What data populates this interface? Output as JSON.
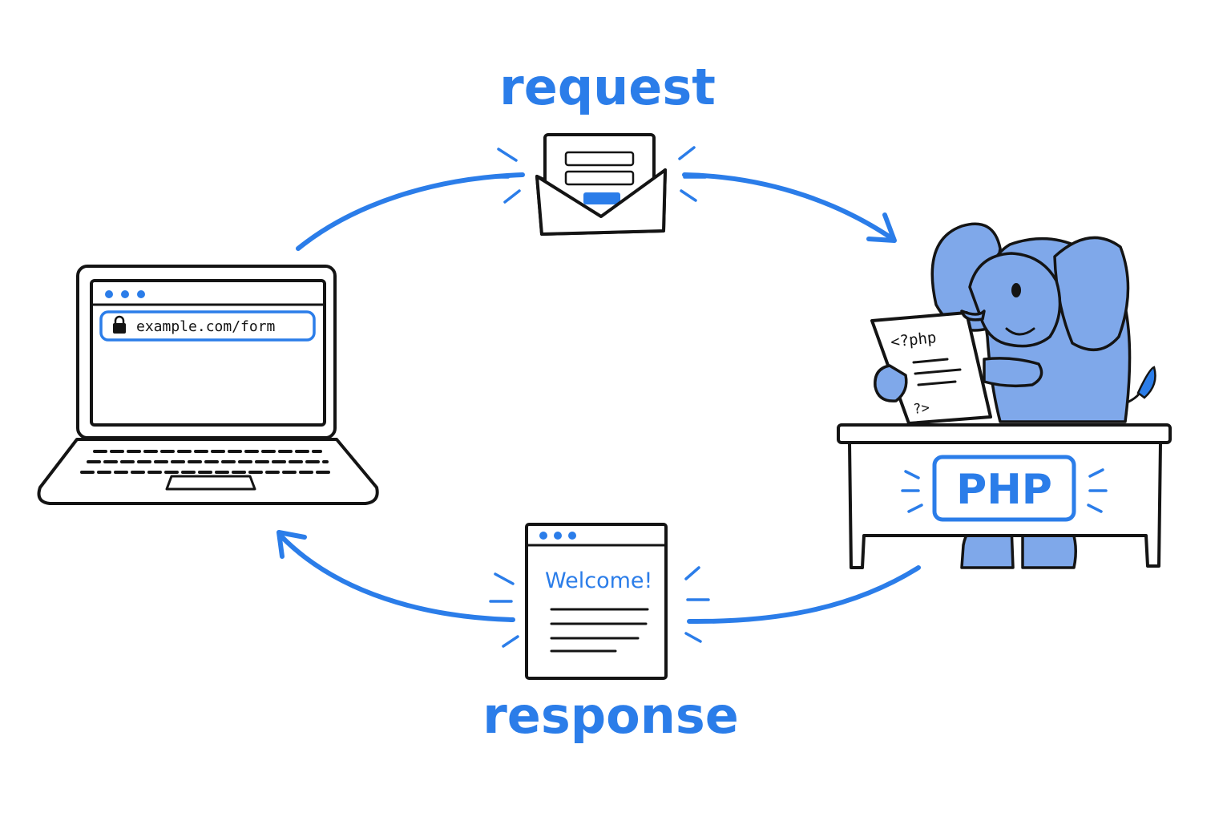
{
  "labels": {
    "request": "request",
    "response": "response"
  },
  "browser": {
    "url": "example.com/form"
  },
  "code_sheet": {
    "open_tag": "<?php",
    "close_tag": "?>"
  },
  "desk": {
    "sign": "PHP"
  },
  "response_page": {
    "heading": "Welcome!"
  },
  "colors": {
    "accent": "#2b7de9",
    "elephant": "#7fa8ea",
    "ink": "#141414"
  },
  "icons": [
    "lock-icon",
    "envelope-icon",
    "elephant-mascot",
    "arrow-icon"
  ]
}
